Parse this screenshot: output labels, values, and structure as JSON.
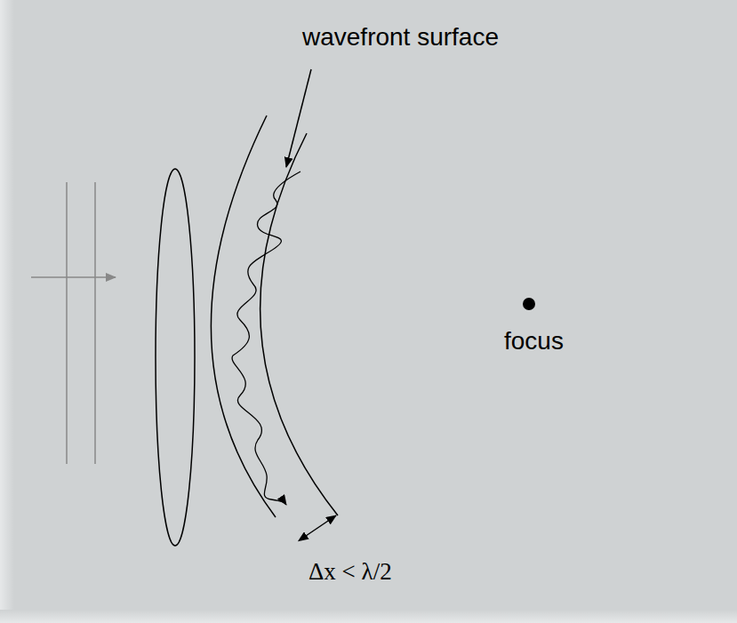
{
  "diagram": {
    "labels": [
      "wavefront surface",
      "focus",
      "Δx < λ/2"
    ]
  }
}
